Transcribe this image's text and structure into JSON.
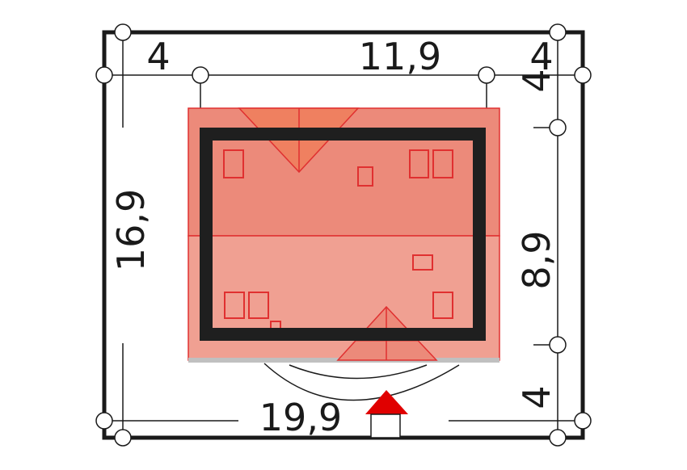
{
  "dimensions": {
    "top_left": "4",
    "top_middle": "11,9",
    "top_right": "4",
    "left_total": "16,9",
    "bottom_total": "19,9",
    "right_top": "4",
    "right_middle": "8,9",
    "right_bottom": "4"
  },
  "colors": {
    "roof_upper": "#ec8a7a",
    "roof_lower": "#f0a092",
    "roof_outline": "#e03030",
    "walls": "#1f1f1f",
    "entrance_marker": "#e00000",
    "lines": "#1a1a1a"
  },
  "icons": {
    "entrance": "triangle-up-arrow",
    "node": "circle-marker"
  }
}
